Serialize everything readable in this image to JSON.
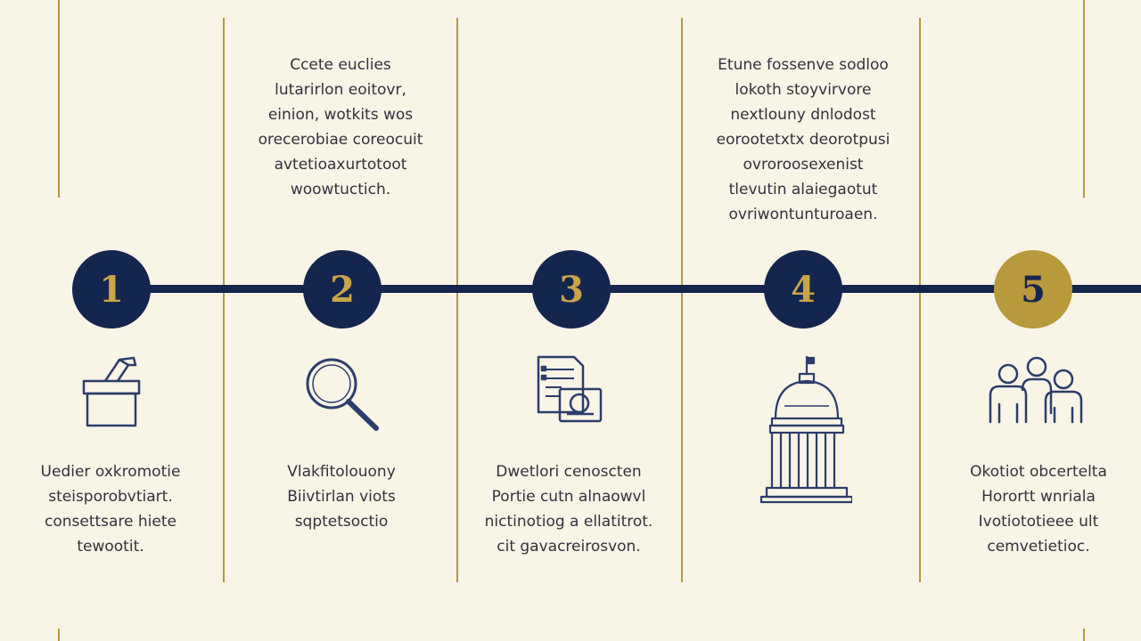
{
  "colors": {
    "background": "#f8f4e6",
    "navy": "#14254e",
    "gold": "#b8993b",
    "divider": "#b69a3e"
  },
  "steps": [
    {
      "number": "1",
      "icon": "ballot-box-icon",
      "top_text": "",
      "bottom_text": "Uedier oxkromotie\nsteisporobvtiart.\nconsettsare hiete\ntewootit."
    },
    {
      "number": "2",
      "icon": "magnifying-glass-icon",
      "top_text": "Ccete euclies\nlutarirlon eoitovr,\neinion, wotkits wos\norecerobiae coreocuit\navtetioaxurtotoot\nwoowtuctich.",
      "bottom_text": "Vlakfitolouony\nBiivtirlan viots\nsqptetsoctio"
    },
    {
      "number": "3",
      "icon": "document-review-icon",
      "top_text": "",
      "bottom_text": "Dwetlori cenoscten\nPortie cutn alnaowvl\nnictinotiog a ellatitrot.\ncit gavacreirosvon."
    },
    {
      "number": "4",
      "icon": "capitol-building-icon",
      "top_text": "Etune fossenve sodloo\nlokoth stoyvirvore\nnextlouny dnlodost\neorootetxtx deorotpusi\novroroosexenist\ntlevutin alaiegaotut\novriwontunturoaen.",
      "bottom_text": ""
    },
    {
      "number": "5",
      "icon": "people-group-icon",
      "top_text": "",
      "bottom_text": "Okotiot obcertelta\nHorortt wnriala\nIvotiototieee ult\ncemvetietioc."
    }
  ]
}
